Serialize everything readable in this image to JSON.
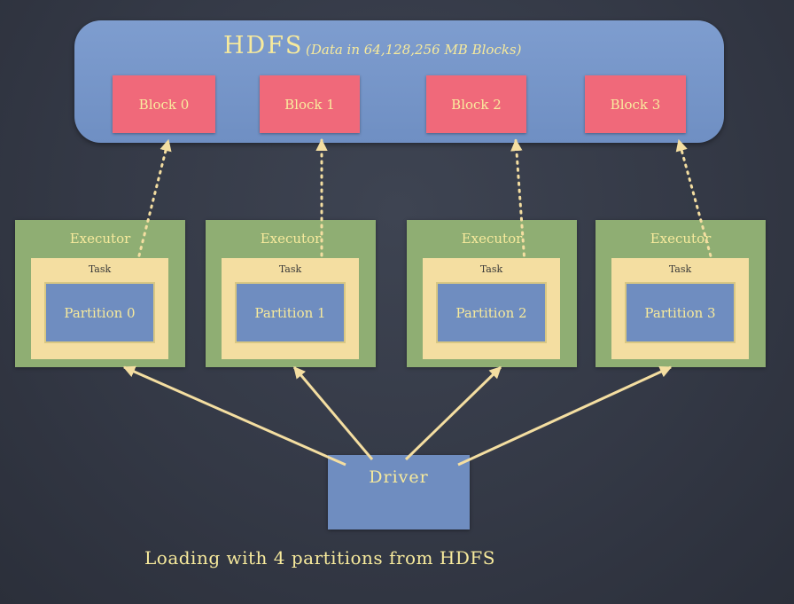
{
  "hdfs": {
    "title": "HDFS",
    "subtitle": "(Data in 64,128,256 MB Blocks)"
  },
  "blocks": [
    "Block 0",
    "Block 1",
    "Block 2",
    "Block 3"
  ],
  "executors": [
    {
      "label": "Executor",
      "task": "Task",
      "partition": "Partition 0"
    },
    {
      "label": "Executor",
      "task": "Task",
      "partition": "Partition 1"
    },
    {
      "label": "Executor",
      "task": "Task",
      "partition": "Partition 2"
    },
    {
      "label": "Executor",
      "task": "Task",
      "partition": "Partition 3"
    }
  ],
  "driver": {
    "label": "Driver"
  },
  "caption": "Loading with 4 partitions from HDFS",
  "colors": {
    "background": "#343946",
    "hdfs": "#7a98cb",
    "block": "#f0697a",
    "executor": "#8fae73",
    "task": "#f4dea1",
    "partition": "#6f8dc0",
    "text": "#f7ea9c",
    "arrow": "#f4dea1"
  }
}
